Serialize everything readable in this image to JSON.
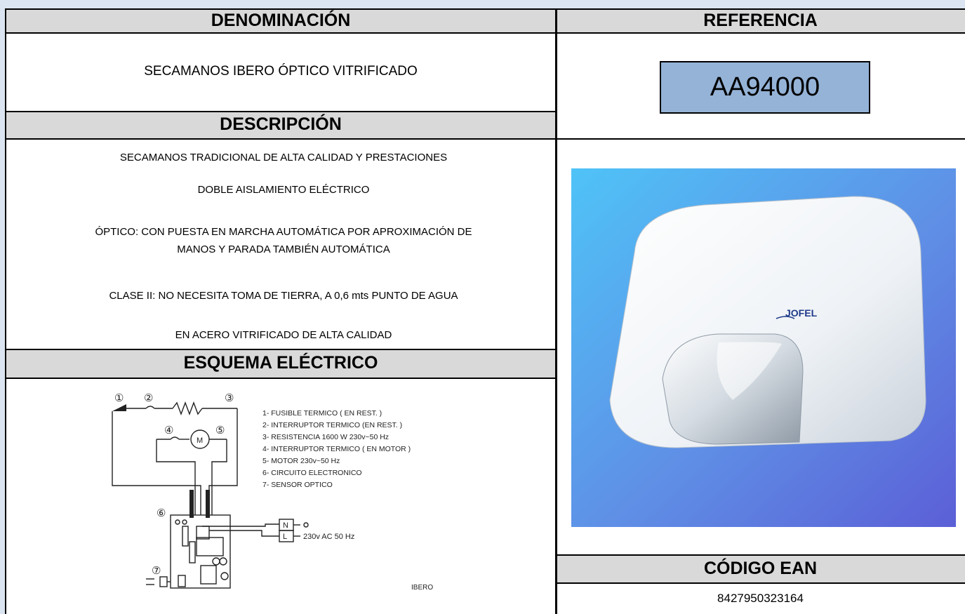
{
  "headers": {
    "denominacion": "DENOMINACIÓN",
    "referencia": "REFERENCIA",
    "descripcion": "DESCRIPCIÓN",
    "esquema": "ESQUEMA ELÉCTRICO",
    "ean": "CÓDIGO EAN"
  },
  "product": {
    "name": "SECAMANOS IBERO ÓPTICO VITRIFICADO",
    "reference": "AA94000",
    "ean_code": "8427950323164",
    "brand_logo": "JOFEL"
  },
  "description": [
    "SECAMANOS TRADICIONAL DE ALTA CALIDAD Y PRESTACIONES",
    "DOBLE AISLAMIENTO ELÉCTRICO",
    "ÓPTICO: CON PUESTA EN MARCHA AUTOMÁTICA POR APROXIMACIÓN DE",
    "MANOS Y PARADA TAMBIÉN AUTOMÁTICA",
    "CLASE II: NO NECESITA TOMA DE TIERRA, A 0,6 mts PUNTO DE AGUA",
    "EN ACERO VITRIFICADO DE ALTA CALIDAD"
  ],
  "schematic": {
    "legend": [
      "1- FUSIBLE TERMICO ( EN REST. )",
      "2- INTERRUPTOR TERMICO (EN REST. )",
      "3- RESISTENCIA 1600 W 230v~50 Hz",
      "4- INTERRUPTOR TERMICO ( EN MOTOR )",
      "5- MOTOR 230v~50 Hz",
      "6- CIRCUITO ELECTRONICO",
      "7- SENSOR OPTICO"
    ],
    "markers": [
      "①",
      "②",
      "③",
      "④",
      "⑤",
      "⑥",
      "⑦"
    ],
    "motor_label": "M",
    "neutral_label": "N",
    "line_label": "L",
    "supply_label": "230v AC 50 Hz",
    "model_label": "IBERO"
  },
  "colors": {
    "header_bg": "#d9d9d9",
    "reference_bg": "#95b3d7",
    "photo_bg_start": "#4fc3f7",
    "photo_bg_end": "#5b5fd6"
  }
}
